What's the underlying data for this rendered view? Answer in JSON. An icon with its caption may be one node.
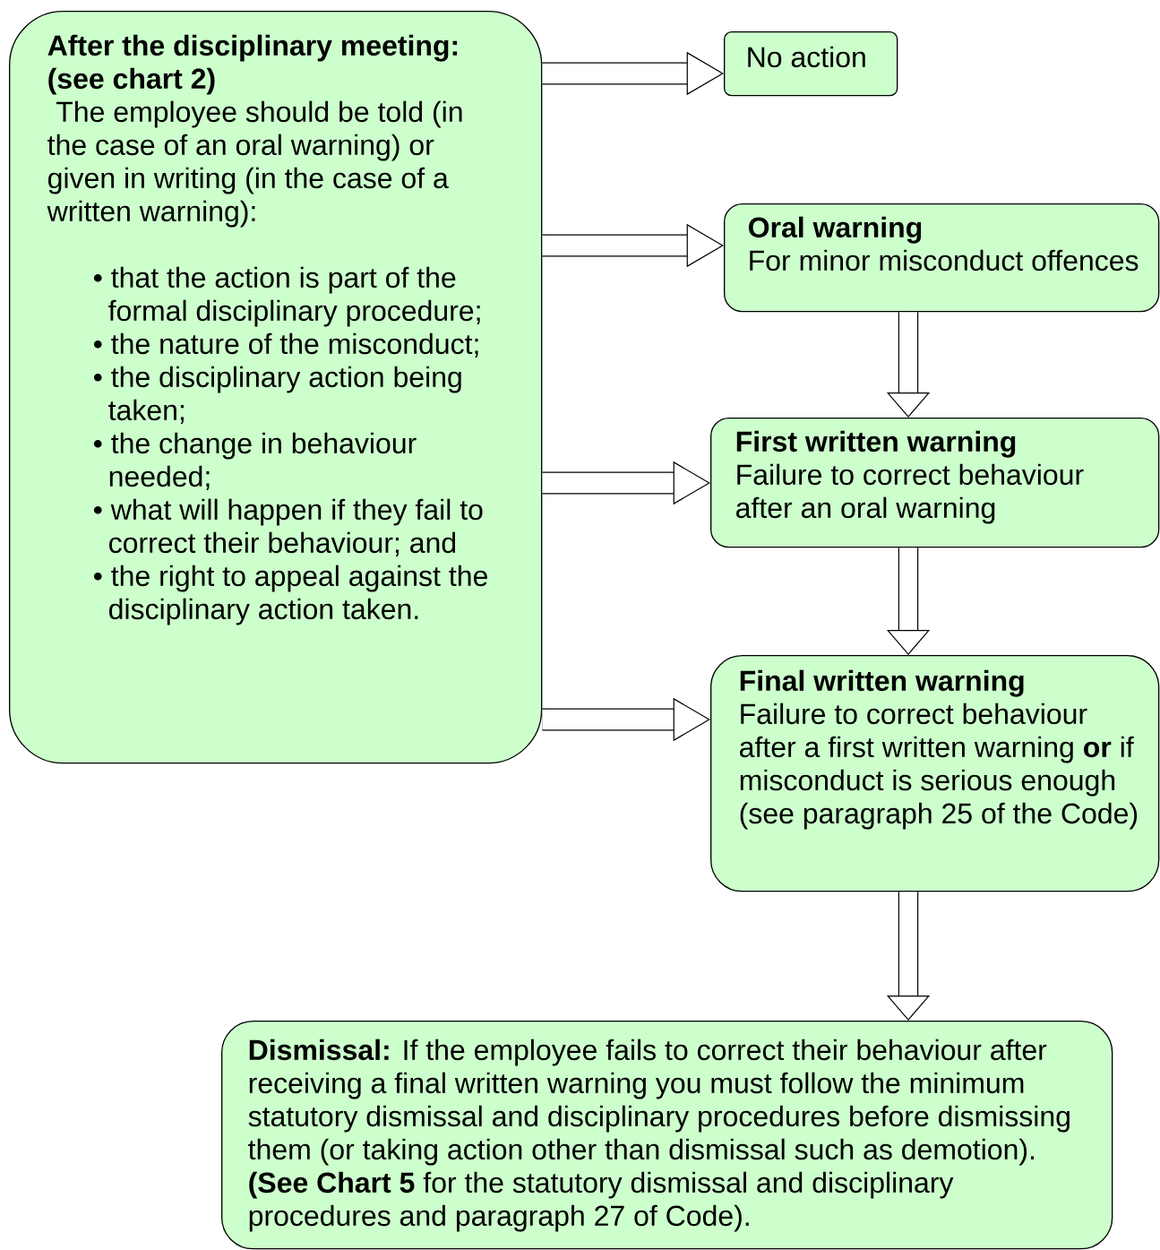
{
  "diagram": {
    "nodes": [
      {
        "text": [
          "After the disciplinary meeting: (see chart 2)",
          "The employee should be told (in the case of an oral warning) or given in writing (in the case of a written warning):",
          "• that the action is part of the formal disciplinary procedure;",
          "• the nature of the misconduct;",
          "• the disciplinary action being taken;",
          "• the change in behaviour needed;",
          "• what will happen if they fail to correct their behaviour; and",
          "• the right to appeal against the disciplinary action taken."
        ]
      },
      {
        "text": [
          "No action"
        ]
      },
      {
        "text": [
          "Oral warning",
          "For minor misconduct offences"
        ]
      },
      {
        "text": [
          "First written warning",
          "Failure to correct behaviour after an oral warning"
        ]
      },
      {
        "text": [
          "Final written warning",
          "Failure to correct behaviour after a first written warning **or** if misconduct is serious enough (see paragraph 25 of the Code)"
        ]
      },
      {
        "text": [
          "**Dismissal:** If the employee fails to correct their behaviour after receiving a final written warning you must follow the minimum statutory dismissal and disciplinary procedures before dismissing them (or taking action other than dismissal such as demotion).",
          "**(See Chart 5** for the statutory dismissal and disciplinary procedures and paragraph 27 of Code)."
        ]
      }
    ],
    "edges": [
      {
        "from": 0,
        "to": 1,
        "arrow": "to"
      },
      {
        "from": 0,
        "to": 2,
        "arrow": "to"
      },
      {
        "from": 0,
        "to": 3,
        "arrow": "to"
      },
      {
        "from": 0,
        "to": 4,
        "arrow": "to"
      },
      {
        "from": 2,
        "to": 3,
        "arrow": "to"
      },
      {
        "from": 3,
        "to": 4,
        "arrow": "to"
      },
      {
        "from": 4,
        "to": 5,
        "arrow": "to"
      }
    ]
  }
}
